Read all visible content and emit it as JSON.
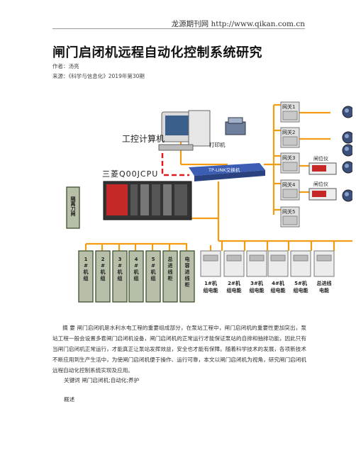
{
  "header": {
    "text": "龙源期刊网 http://www.qikan.com.cn"
  },
  "article": {
    "title": "闸门启闭机远程自动化控制系统研究",
    "author": "作者：汤亮",
    "source": "来源：《科学与信息化》2019年第30期",
    "abstract": "摘 要 闸门启闭机是水利水电工程的重要组成部分，在泵站工程中，闸门启闭机的重要性更加突出，泵站工程一般会设置多套闸门启闭机设备，闸门启闭机的正常运行才能保证泵站的自排和抽排功能，因此只有当闸门启闭机正常运行，才能真正让泵站发挥效益，安全也才能有保障。随着科学技术的发展，各项新技术不断应用到生产生活中，为使闸门启闭机便于操作、运行可靠，本文以闸门启闭机为视角，研究闸门启闭机远程自动化控制系统实现及应用。",
    "keywords": "关键词 闸门启闭机;自动化;养护",
    "overview": "概述"
  },
  "figure": {
    "ipc_label": "工控计算机",
    "printer_label": "打印机",
    "plc_label": "三菱Q00JCPU",
    "switch_label": "TP-LINK交换机",
    "isolator_label": "隔离刀闸",
    "gateways": [
      "网关1",
      "网关2",
      "网关3",
      "网关4",
      "网关5"
    ],
    "gate_meters": [
      "闸位仪",
      "闸位仪"
    ],
    "cabinets": [
      "1#机组",
      "2#机组",
      "3#机组",
      "4#机组",
      "5#机组",
      "总进线柜",
      "电容进线柜"
    ],
    "meters": [
      "1#机组电能",
      "2#机组电能",
      "3#机组电能",
      "4#机组电能",
      "5#机组电能",
      "总进线电能"
    ],
    "colors": {
      "orange": "#f39c12",
      "red": "#e31a1c",
      "cabinet": "#b8bfa8",
      "cabinet_border": "#4a5a3a"
    }
  }
}
